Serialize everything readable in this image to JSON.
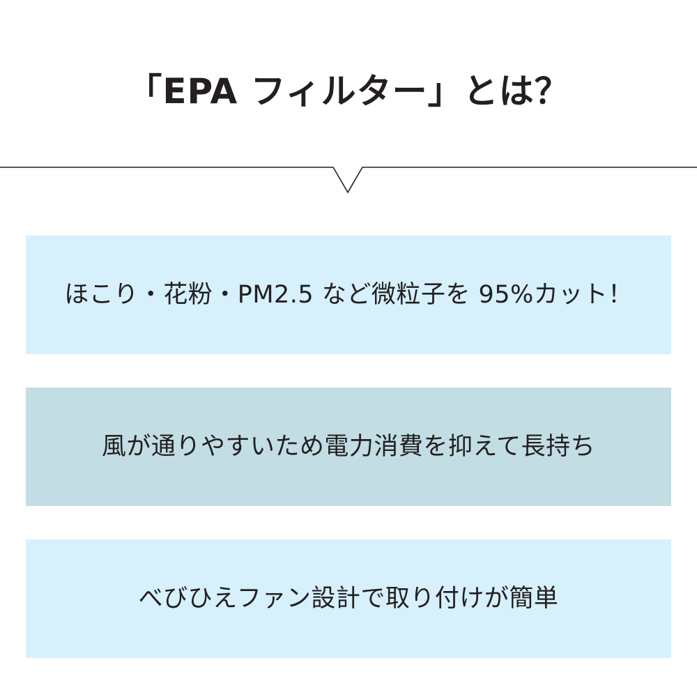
{
  "header": {
    "title": "「EPA フィルター」とは？"
  },
  "features": [
    {
      "text": "ほこり・花粉・PM2.5 など微粒子を 95%カット！",
      "background": "#d6f0fc"
    },
    {
      "text": "風が通りやすいため電力消費を抑えて長持ち",
      "background": "#c2dee4"
    },
    {
      "text": "べびひえファン設計で取り付けが簡単",
      "background": "#d6f0fc"
    }
  ],
  "colors": {
    "text": "#231f20",
    "divider": "#231f20"
  }
}
